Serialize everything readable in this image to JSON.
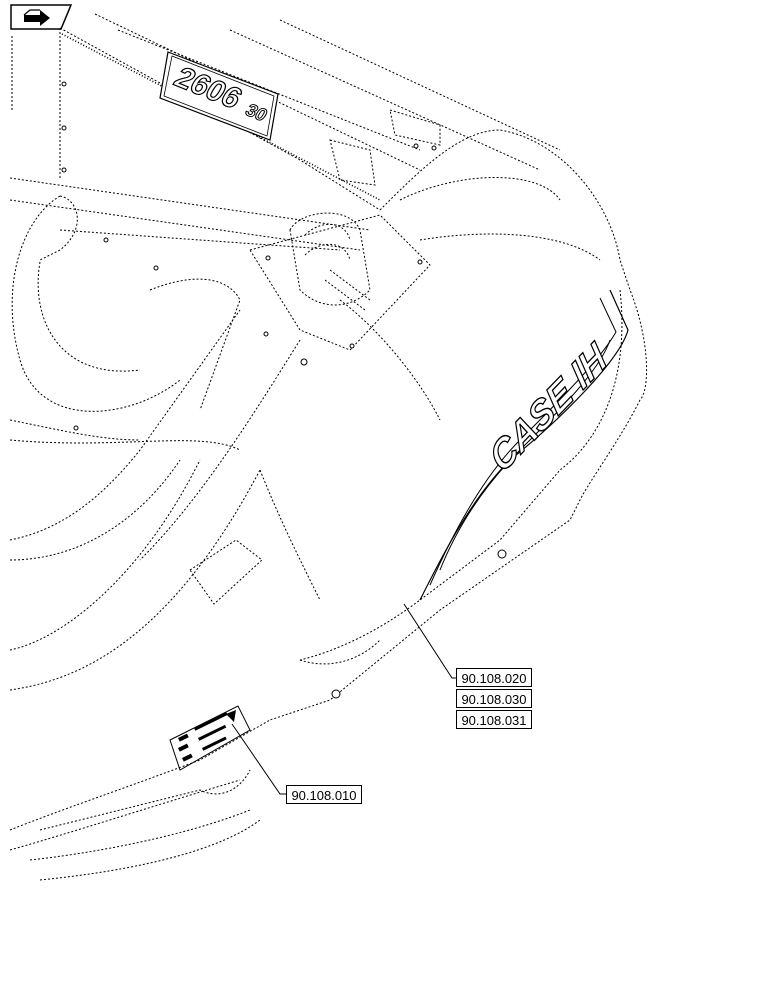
{
  "decals": {
    "model_number": "2606",
    "model_suffix": "30",
    "brand": "CASE IH"
  },
  "callouts": [
    {
      "id": "ref-020",
      "text": "90.108.020"
    },
    {
      "id": "ref-030",
      "text": "90.108.030"
    },
    {
      "id": "ref-031",
      "text": "90.108.031"
    },
    {
      "id": "ref-010",
      "text": "90.108.010"
    }
  ],
  "icons": {
    "nav": "previous-page-arrow-icon"
  },
  "colors": {
    "line": "#000000",
    "background": "#ffffff"
  }
}
